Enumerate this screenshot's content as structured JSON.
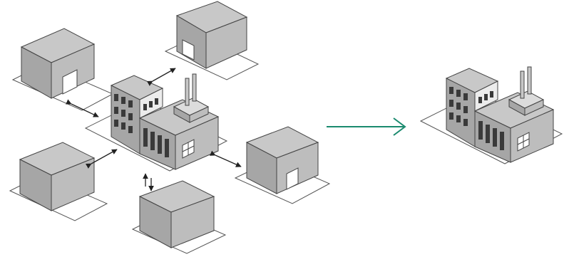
{
  "diagram": {
    "description_free": true,
    "left_group": {
      "central_building": "factory",
      "satellite_buildings": 5,
      "connections": 5
    },
    "transition_arrow": {
      "color": "#1a8a6e",
      "direction": "right"
    },
    "right_group": {
      "building": "factory"
    }
  },
  "colors": {
    "top": "#c9c9c9",
    "top_light": "#dcdcdc",
    "front": "#9b9b9b",
    "side": "#b3b3b3",
    "outline": "#4a4a4a",
    "window": "#3a3a3a",
    "window_light": "#f4f4f4",
    "base": "#ffffff",
    "arrow_black": "#222222",
    "arrow_green": "#1a8a6e"
  }
}
